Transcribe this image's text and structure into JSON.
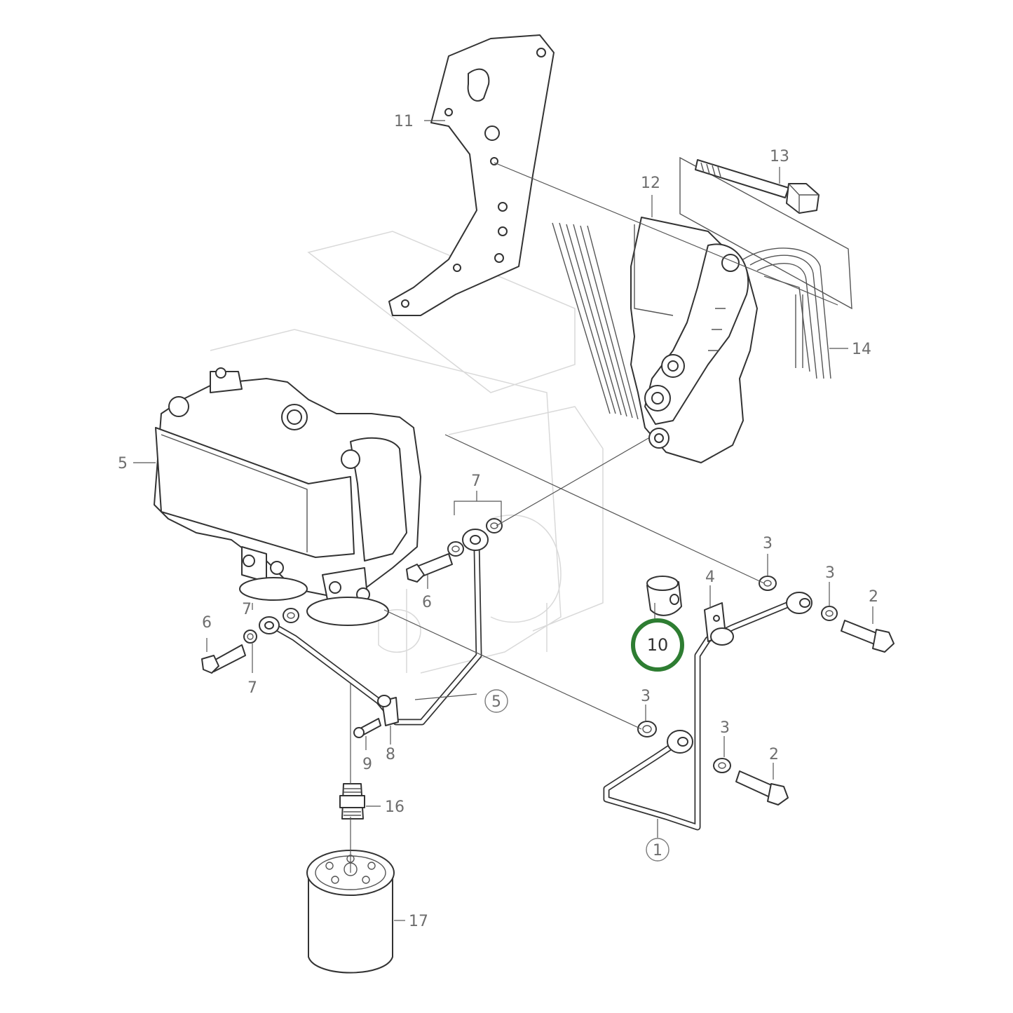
{
  "diagram": {
    "highlight_color": "#2e7d32",
    "callouts": {
      "c1": "1",
      "c2a": "2",
      "c2b": "2",
      "c3a": "3",
      "c3b": "3",
      "c3c": "3",
      "c3d": "3",
      "c4": "4",
      "c5a": "5",
      "c5b": "5",
      "c6a": "6",
      "c6b": "6",
      "c7a": "7",
      "c7b": "7",
      "c7c": "7",
      "c8": "8",
      "c9": "9",
      "c10": "10",
      "c11": "11",
      "c12": "12",
      "c13": "13",
      "c14": "14",
      "c16": "16",
      "c17": "17"
    }
  }
}
